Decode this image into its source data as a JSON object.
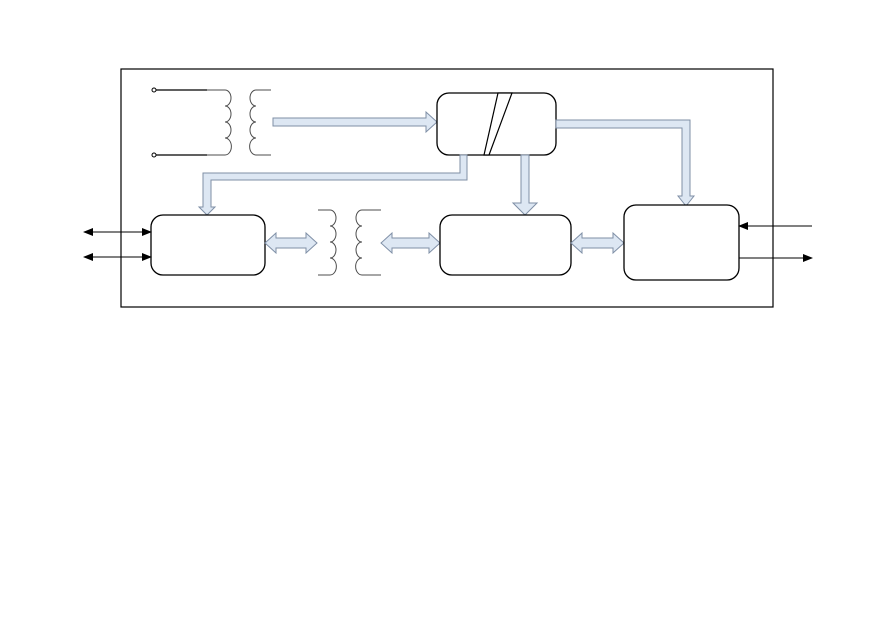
{
  "diagram": {
    "colors": {
      "line": "#000000",
      "block_fill": "#ffffff",
      "bus_fill": "#dde7f3",
      "bus_stroke": "#7f8fa6",
      "coil": "#4d4d4d"
    },
    "blocks": [
      {
        "id": "left-block",
        "label": ""
      },
      {
        "id": "converter-block",
        "label": ""
      },
      {
        "id": "middle-block",
        "label": ""
      },
      {
        "id": "right-block",
        "label": ""
      }
    ],
    "transformers": [
      {
        "id": "input-transformer"
      },
      {
        "id": "isolation-transformer"
      }
    ]
  }
}
